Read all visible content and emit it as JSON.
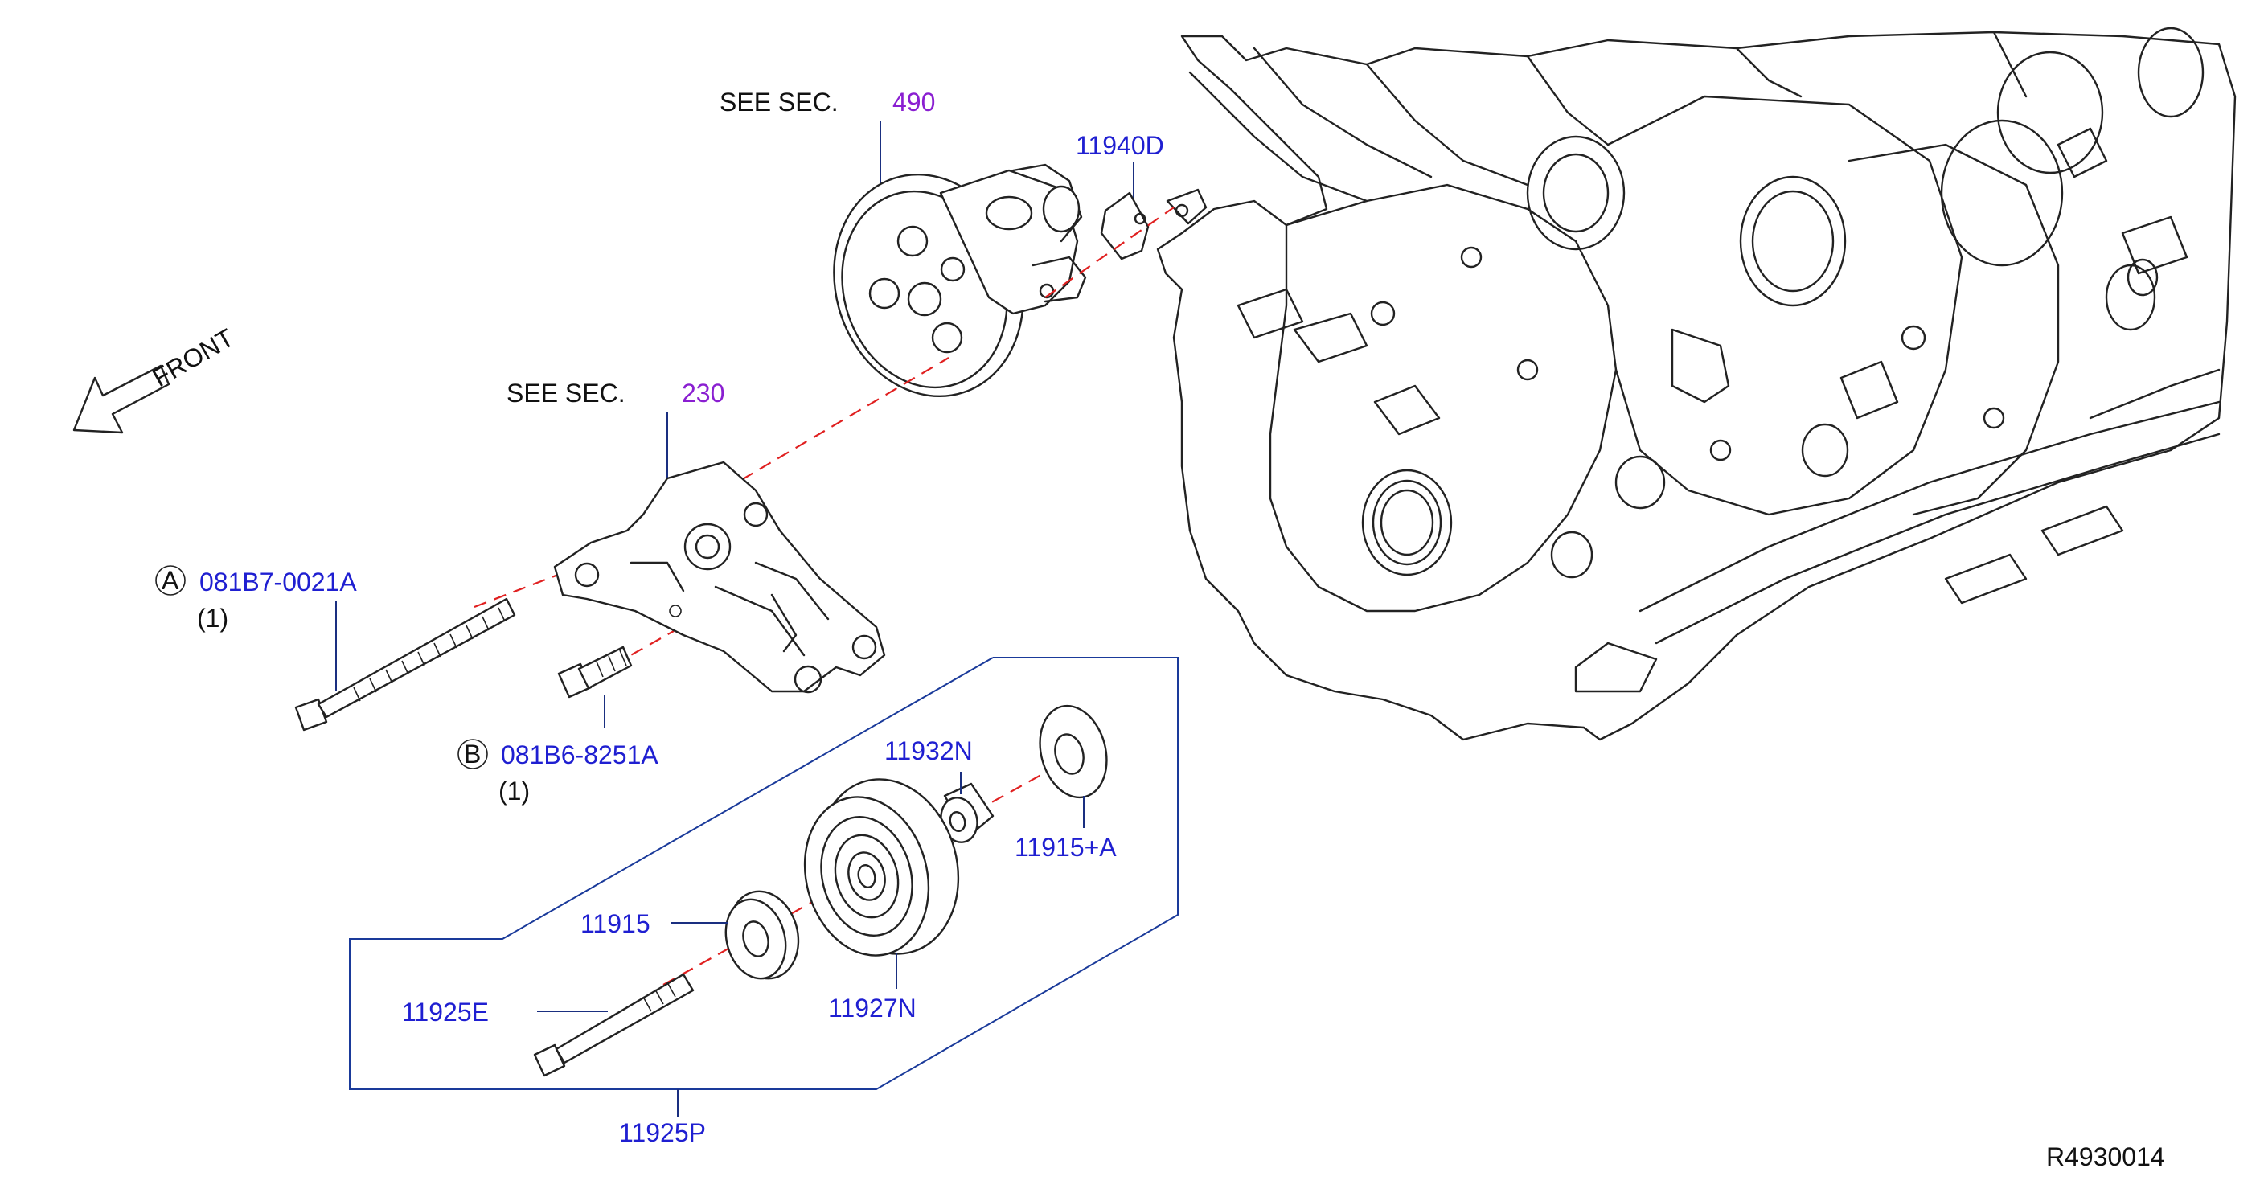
{
  "labels": {
    "see_sec_490_prefix": "SEE  SEC.",
    "see_sec_490_num": "490",
    "see_sec_230_prefix": "SEE  SEC.",
    "see_sec_230_num": "230",
    "front": "FRONT",
    "part_11940D": "11940D",
    "part_081B7": "081B7-0021A",
    "qty_081B7": "(1)",
    "callout_A": "A",
    "part_081B6": "081B6-8251A",
    "qty_081B6": "(1)",
    "callout_B": "B",
    "part_11932N": "11932N",
    "part_11915A": "11915+A",
    "part_11915": "11915",
    "part_11927N": "11927N",
    "part_11925E": "11925E",
    "part_11925P": "11925P",
    "ref_code": "R4930014"
  },
  "colors": {
    "part_number": "#1f1fd1",
    "section_number": "#8a1fd1",
    "dashed_axis": "#e02020",
    "group_box": "#1a3a9a"
  }
}
